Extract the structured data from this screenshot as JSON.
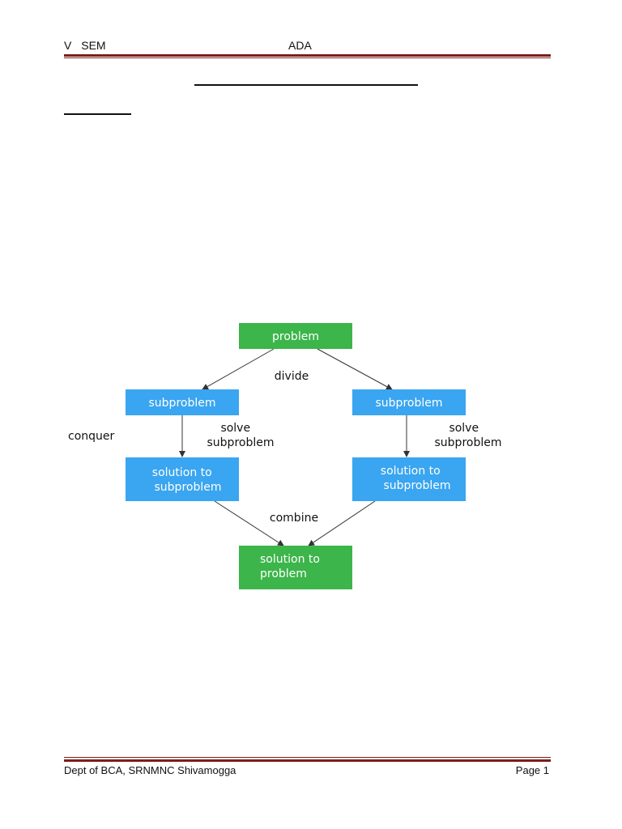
{
  "header": {
    "left": "V SEM",
    "center": "ADA"
  },
  "diagram": {
    "colors": {
      "green": "#3cb54a",
      "blue": "#3aa5f0",
      "arrow": "#333333"
    },
    "nodes": {
      "problem": [
        "problem"
      ],
      "subproblem_left": [
        "subproblem"
      ],
      "subproblem_right": [
        "subproblem"
      ],
      "solution_left": [
        "solution to",
        "subproblem"
      ],
      "solution_right": [
        "solution to",
        "subproblem"
      ],
      "final": [
        "solution to",
        "problem"
      ]
    },
    "labels": {
      "divide": "divide",
      "conquer": "conquer",
      "solve_left": [
        "solve",
        "subproblem"
      ],
      "solve_right": [
        "solve",
        "subproblem"
      ],
      "combine": "combine"
    }
  },
  "footer": {
    "left": "Dept of BCA, SRNMNC Shivamogga",
    "right": "Page 1"
  }
}
